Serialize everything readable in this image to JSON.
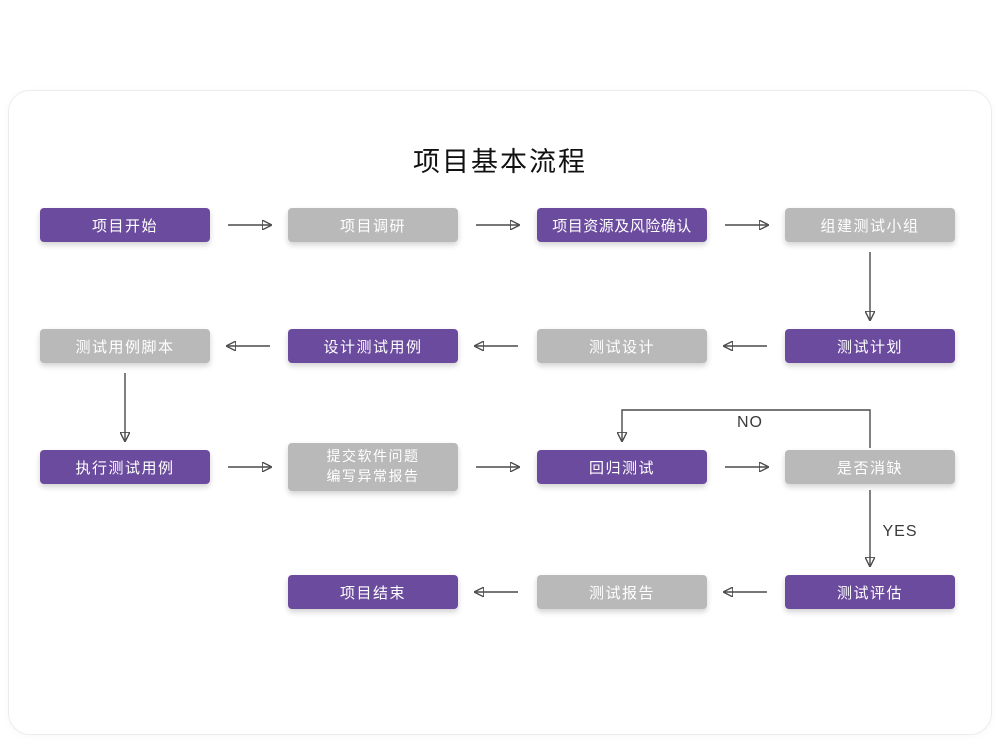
{
  "title": "项目基本流程",
  "labels": {
    "no": "NO",
    "yes": "YES"
  },
  "colors": {
    "purple": "#6b4b9e",
    "gray": "#b9b9b9",
    "arrow": "#4a4a4a"
  },
  "nodes": [
    {
      "id": "project-start",
      "label": "项目开始",
      "variant": "purple"
    },
    {
      "id": "project-research",
      "label": "项目调研",
      "variant": "gray"
    },
    {
      "id": "resources-risk",
      "label": "项目资源及风险确认",
      "variant": "purple"
    },
    {
      "id": "build-test-team",
      "label": "组建测试小组",
      "variant": "gray"
    },
    {
      "id": "test-plan",
      "label": "测试计划",
      "variant": "purple"
    },
    {
      "id": "test-design",
      "label": "测试设计",
      "variant": "gray"
    },
    {
      "id": "design-test-cases",
      "label": "设计测试用例",
      "variant": "purple"
    },
    {
      "id": "test-case-scripts",
      "label": "测试用例脚本",
      "variant": "gray"
    },
    {
      "id": "execute-test-cases",
      "label": "执行测试用例",
      "variant": "purple"
    },
    {
      "id": "submit-issues",
      "label_line1": "提交软件问题",
      "label_line2": "编写异常报告",
      "variant": "gray"
    },
    {
      "id": "regression-test",
      "label": "回归测试",
      "variant": "purple"
    },
    {
      "id": "defects-cleared",
      "label": "是否消缺",
      "variant": "gray"
    },
    {
      "id": "test-evaluation",
      "label": "测试评估",
      "variant": "purple"
    },
    {
      "id": "test-report",
      "label": "测试报告",
      "variant": "gray"
    },
    {
      "id": "project-end",
      "label": "项目结束",
      "variant": "purple"
    }
  ]
}
